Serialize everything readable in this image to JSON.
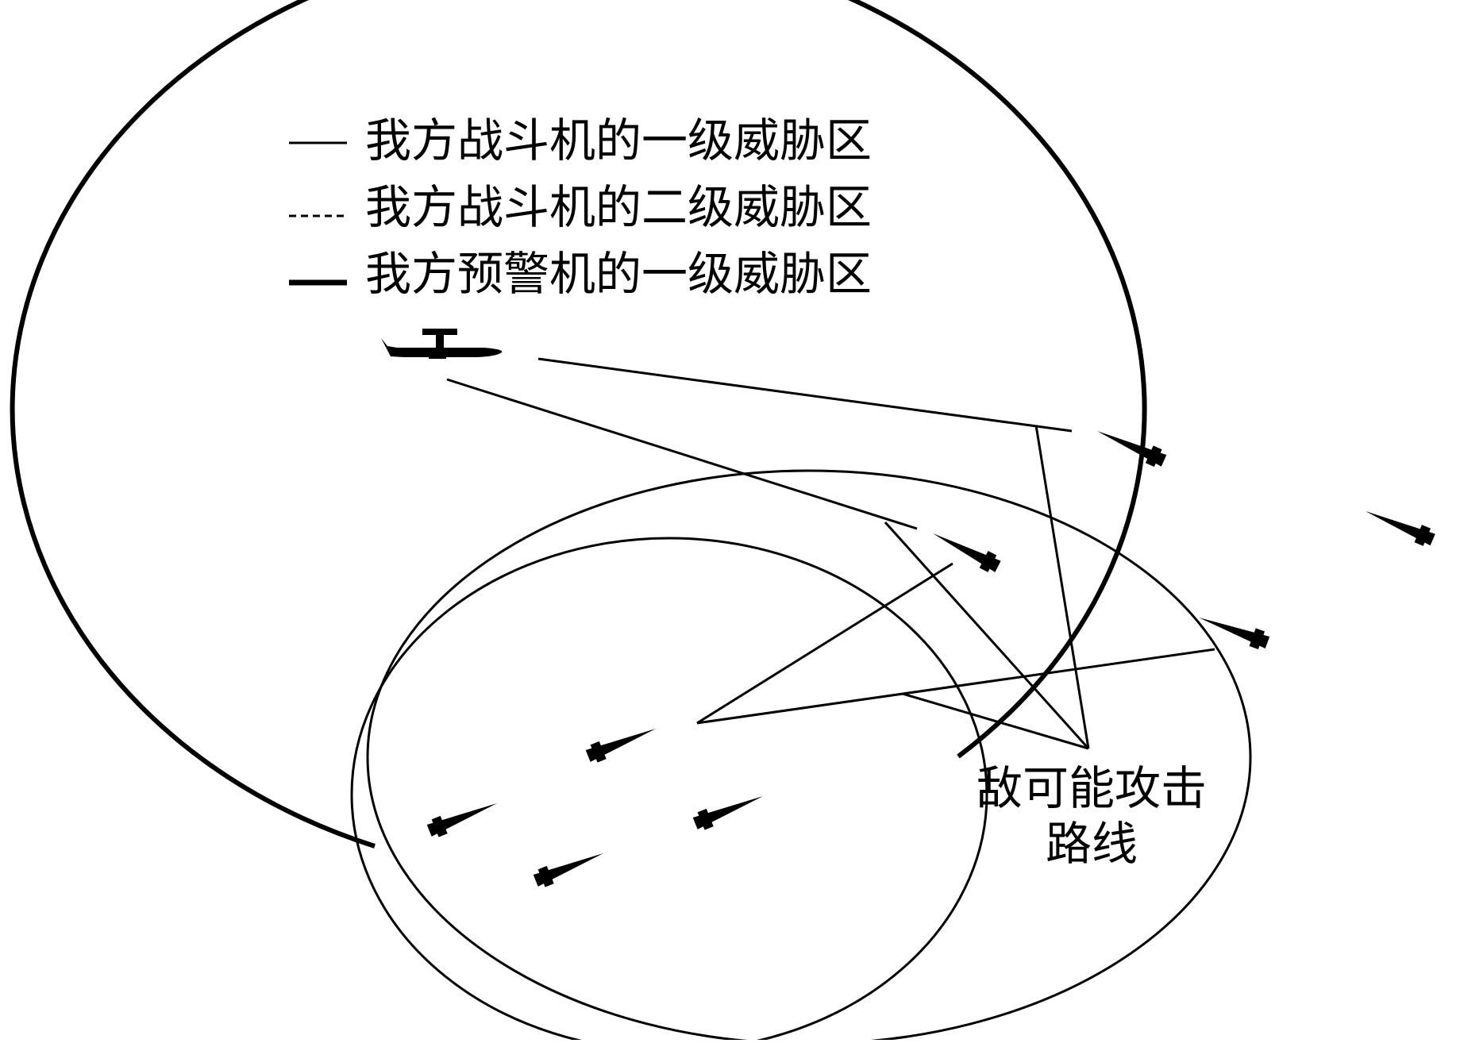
{
  "legend": {
    "items": [
      {
        "style": "thin-solid",
        "label": "我方战斗机的一级威胁区"
      },
      {
        "style": "dashed",
        "label": "我方战斗机的二级威胁区"
      },
      {
        "style": "thick-solid",
        "label": "我方预警机的一级威胁区"
      }
    ]
  },
  "route_label": {
    "line1": "敌可能攻击",
    "line2": "路线"
  },
  "colors": {
    "ink": "#000000",
    "background": "#ffffff"
  },
  "icons": {
    "awacs": "awacs-aircraft-icon",
    "fighter": "fighter-jet-icon"
  }
}
